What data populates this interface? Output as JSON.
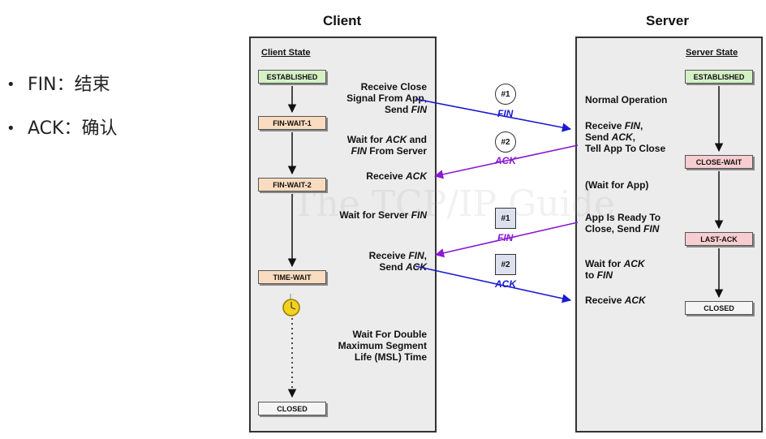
{
  "bullets": [
    {
      "text": "FIN：结束"
    },
    {
      "text": "ACK：确认"
    }
  ],
  "client": {
    "title": "Client",
    "state_heading": "Client State",
    "states": [
      "ESTABLISHED",
      "FIN-WAIT-1",
      "FIN-WAIT-2",
      "TIME-WAIT",
      "CLOSED"
    ],
    "notes": {
      "n1a": "Receive Close",
      "n1b": "Signal From App,",
      "n1c": "Send ",
      "n1d": "FIN",
      "n2a": "Wait for ",
      "n2b": "ACK",
      "n2c": " and",
      "n2d": "FIN",
      "n2e": " From Server",
      "n3a": "Receive ",
      "n3b": "ACK",
      "n4a": "Wait for Server ",
      "n4b": "FIN",
      "n5a": "Receive ",
      "n5b": "FIN",
      "n5c": ",",
      "n5d": "Send ",
      "n5e": "ACK",
      "n6a": "Wait For Double",
      "n6b": "Maximum Segment",
      "n6c": "Life (MSL) Time"
    }
  },
  "server": {
    "title": "Server",
    "state_heading": "Server State",
    "states": [
      "ESTABLISHED",
      "CLOSE-WAIT",
      "LAST-ACK",
      "CLOSED"
    ],
    "notes": {
      "s1": "Normal Operation",
      "s2a": "Receive ",
      "s2b": "FIN",
      "s2c": ",",
      "s2d": "Send ",
      "s2e": "ACK",
      "s2f": ",",
      "s2g": "Tell App To Close",
      "s3": "(Wait for App)",
      "s4a": "App Is Ready To",
      "s4b": "Close, Send ",
      "s4c": "FIN",
      "s5a": "Wait for ",
      "s5b": "ACK",
      "s5c": "to ",
      "s5d": "FIN",
      "s6a": "Receive ",
      "s6b": "ACK"
    }
  },
  "segments": [
    {
      "badge": "#1",
      "label": "FIN",
      "color": "#1a1ad0"
    },
    {
      "badge": "#2",
      "label": "ACK",
      "color": "#8a1ad0"
    },
    {
      "badge": "#1",
      "label": "FIN",
      "color": "#8a1ad0"
    },
    {
      "badge": "#2",
      "label": "ACK",
      "color": "#1a1ad0"
    }
  ],
  "watermark": "The TCP/IP Guide",
  "colors": {
    "panel": "#ececec",
    "blue": "#1a1ad0",
    "purple": "#8a1ad0"
  }
}
